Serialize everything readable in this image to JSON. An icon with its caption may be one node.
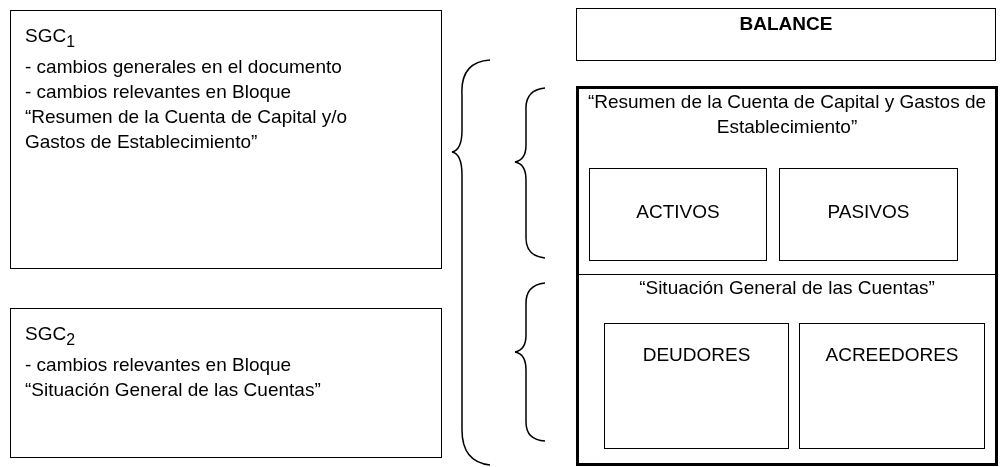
{
  "diagram": {
    "nodes": [
      {
        "text": [
          "SGC$_{1}$",
          "- cambios generales en el documento",
          "- cambios relevantes en Bloque “Resumen de la Cuenta de Capital y/o Gastos de Establecimiento”"
        ]
      },
      {
        "text": [
          "SGC$_{2}$",
          "- cambios relevantes en Bloque “Situación General de las Cuentas”"
        ]
      },
      {
        "text": [
          "BALANCE"
        ]
      },
      {
        "text": [],
        "shape": "box"
      },
      {
        "text": [
          "“Resumen de la Cuenta de Capital y Gastos de Establecimiento”"
        ],
        "in": 3
      },
      {
        "text": [
          "ACTIVOS"
        ],
        "in": 4
      },
      {
        "text": [
          "PASIVOS"
        ],
        "in": 4
      },
      {
        "text": [
          "“Situación General de las Cuentas”"
        ],
        "in": 3
      },
      {
        "text": [
          "DEUDORES"
        ],
        "in": 7
      },
      {
        "text": [
          "ACREEDORES"
        ],
        "in": 7
      }
    ],
    "edges": []
  }
}
